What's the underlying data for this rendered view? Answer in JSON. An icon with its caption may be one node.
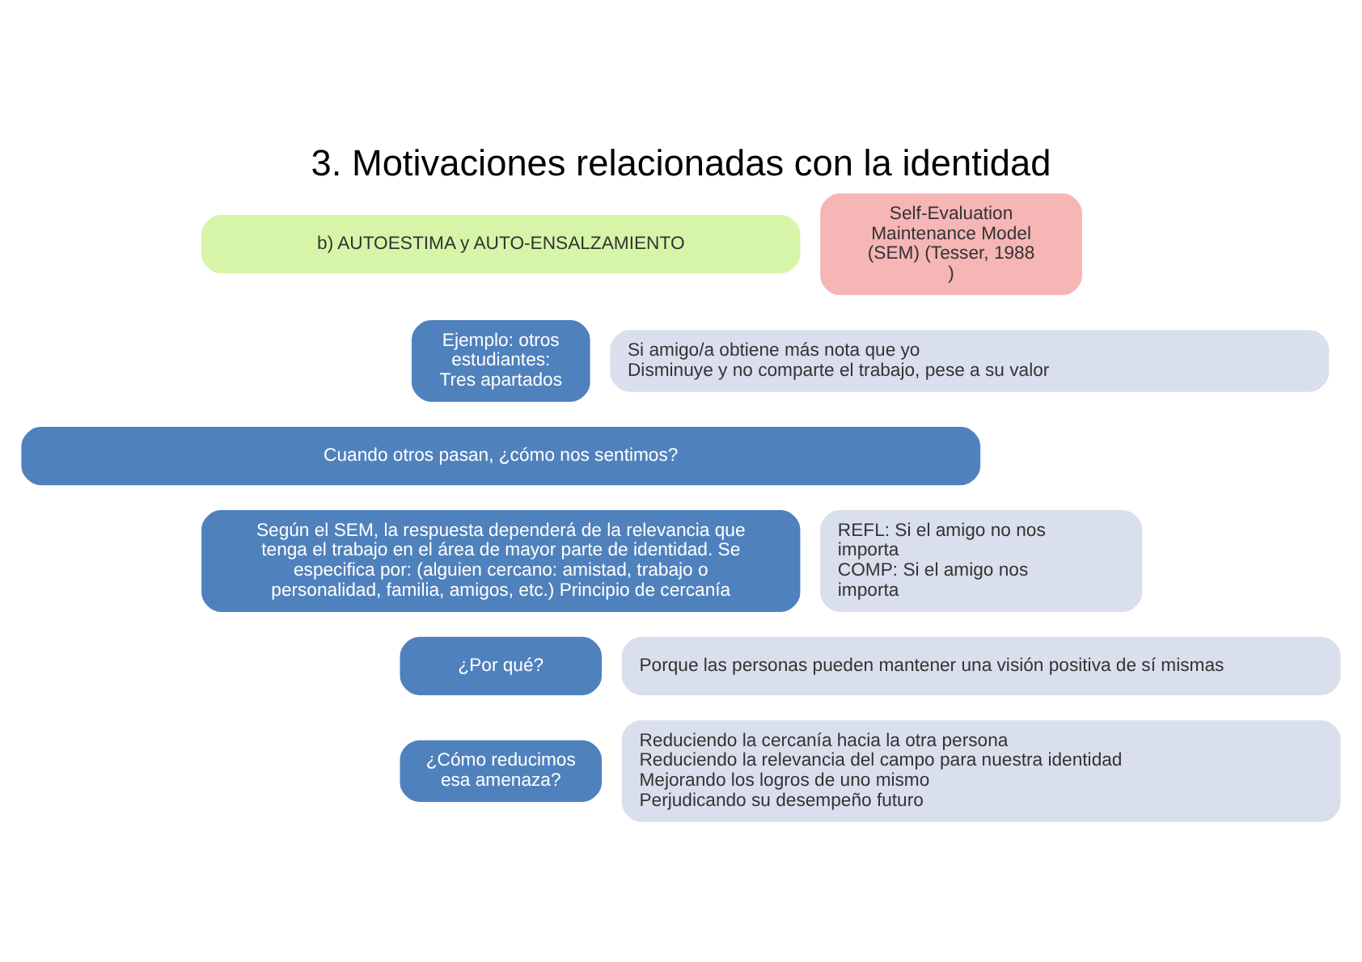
{
  "diagram": {
    "title": "3. Motivaciones relacionadas con la identidad",
    "nodes": [
      {
        "text": [
          "b) AUTOESTIMA y AUTO-ENSALZAMIENTO"
        ]
      },
      {
        "text": [
          "Self-Evaluation Maintenance Model (SEM) (Tesser, 1988 )"
        ]
      },
      {
        "text": [
          "Ejemplo: otros estudiantes: Tres apartados"
        ]
      },
      {
        "text": [
          "Si amigo/a obtiene más nota que yo",
          "Disminuye y no comparte el trabajo, pese a su valor"
        ]
      },
      {
        "text": [
          "Cuando otros pasan, ¿cómo nos sentimos?"
        ]
      },
      {
        "text": [
          "Según el SEM, la respuesta dependerá de la relevancia que tenga el trabajo en el área de mayor parte de identidad. Se especifica por: (alguien cercano: amistad, trabajo o personalidad, familia, amigos, etc.) Principio de cercanía"
        ]
      },
      {
        "text": [
          "REFL: Si el amigo no nos importa",
          "COMP: Si el amigo nos importa"
        ]
      },
      {
        "text": [
          "¿Por qué?"
        ]
      },
      {
        "text": [
          "Porque las personas pueden mantener una visión positiva de sí mismas"
        ]
      },
      {
        "text": [
          "¿Cómo reducimos esa amenaza?"
        ]
      },
      {
        "text": [
          "Reduciendo la cercanía hacia la otra persona",
          "Reduciendo la relevancia del campo para nuestra identidad",
          "Mejorando los logros de uno mismo",
          "Perjudicando su desempeño futuro"
        ]
      }
    ],
    "edges": []
  }
}
